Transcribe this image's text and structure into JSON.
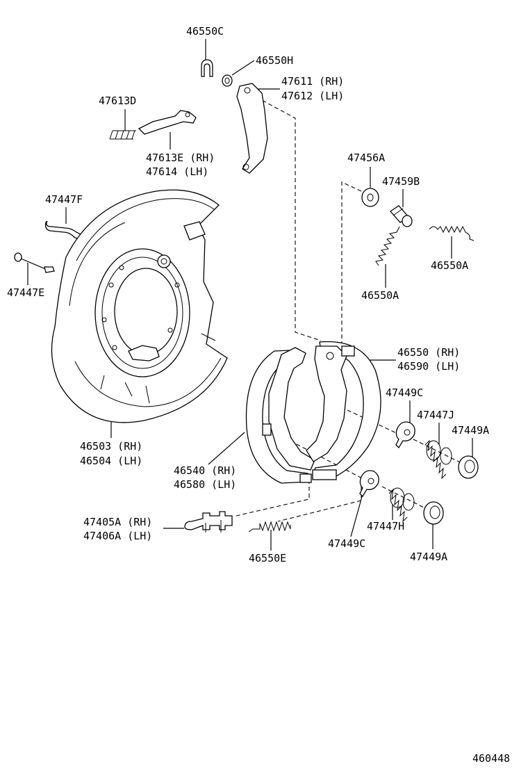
{
  "diagram_code": "460448",
  "parts": {
    "p46550C": [
      "46550C"
    ],
    "p46550H": [
      "46550H"
    ],
    "p47611": [
      "47611 (RH)",
      "47612 (LH)"
    ],
    "p47613D": [
      "47613D"
    ],
    "p47613E": [
      "47613E (RH)",
      "47614  (LH)"
    ],
    "p47456A": [
      "47456A"
    ],
    "p47459B": [
      "47459B"
    ],
    "p47447F": [
      "47447F"
    ],
    "p46550A_r": [
      "46550A"
    ],
    "p47447E": [
      "47447E"
    ],
    "p46550A_c": [
      "46550A"
    ],
    "p46550": [
      "46550 (RH)",
      "46590 (LH)"
    ],
    "p47449C_t": [
      "47449C"
    ],
    "p47447J": [
      "47447J"
    ],
    "p47449A_t": [
      "47449A"
    ],
    "p46503": [
      "46503 (RH)",
      "46504 (LH)"
    ],
    "p46540": [
      "46540 (RH)",
      "46580 (LH)"
    ],
    "p47405A": [
      "47405A (RH)",
      "47406A (LH)"
    ],
    "p47447H": [
      "47447H"
    ],
    "p47449C_b": [
      "47449C"
    ],
    "p47449A_b": [
      "47449A"
    ],
    "p46550E": [
      "46550E"
    ]
  }
}
